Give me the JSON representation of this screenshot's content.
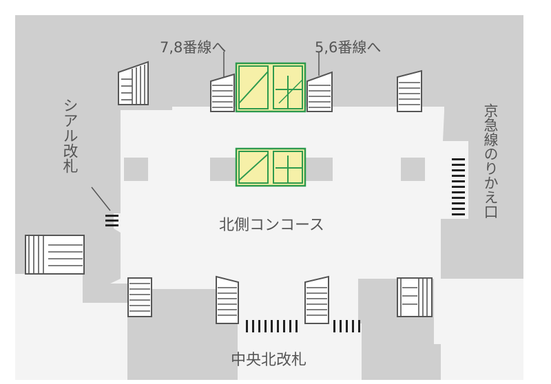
{
  "map": {
    "area_name": "北側コンコース",
    "labels": {
      "platform_78": "7,8番線へ",
      "platform_56": "5,6番線へ",
      "cial_gate": "シアル改札",
      "keikyu_transfer": "京急線のりかえ口",
      "central_north_gate": "中央北改札"
    },
    "colors": {
      "background": "#cfcfcf",
      "concourse": "#f4f4f4",
      "pillar": "#cfcfcf",
      "escalator_frame": "#2e9a4e",
      "escalator_fill": "#f6f0a8",
      "text": "#555555",
      "gate": "#222222"
    }
  }
}
